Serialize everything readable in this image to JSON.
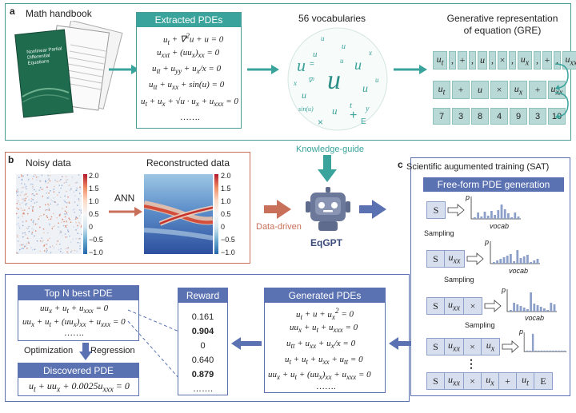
{
  "panel_a": {
    "letter": "a",
    "math_handbook_label": "Math handbook",
    "book_title": [
      "Nonlinear Partial",
      "Differential",
      "Equations"
    ],
    "extracted_header": "Extracted PDEs",
    "extracted_eqs": [
      "u_t + ∇²u + u = 0",
      "u_xxt + (uu_x)_xx = 0",
      "u_tt + u_yy + u_x / x = 0",
      "u_tt + u_xx + sin(u) = 0",
      "u_t + u_x + √u · u_x + u_xxx = 0",
      "……."
    ],
    "vocab_label": "56 vocabularies",
    "gre_label_line1": "Generative representation",
    "gre_label_line2": "of equation (GRE)",
    "gre_row1": [
      "u_t",
      ",",
      "+",
      ",",
      "u",
      ",",
      "×",
      ",",
      "u_x",
      ",",
      "+",
      ",",
      "u_xx"
    ],
    "gre_row2": [
      "u_t",
      "+",
      "u",
      "×",
      "u_x",
      "+",
      "u_xx"
    ],
    "gre_row3": [
      "7",
      "3",
      "8",
      "4",
      "9",
      "3",
      "10"
    ]
  },
  "panel_b": {
    "letter": "b",
    "noisy_label": "Noisy data",
    "reconstructed_label": "Reconstructed data",
    "ann_label": "ANN",
    "colorbar_ticks": [
      "2.0",
      "1.5",
      "1.0",
      "0.5",
      "0",
      "−0.5",
      "−1.0"
    ]
  },
  "center": {
    "knowledge_guide": "Knowledge-guide",
    "data_driven": "Data-driven",
    "eqgpt": "EqGPT"
  },
  "panel_c": {
    "letter": "c",
    "title": "Scientific augumented training  (SAT)",
    "header": "Free-form PDE generation",
    "p_label": "p",
    "vocab_label": "vocab",
    "sampling": "Sampling",
    "ellipsis": "⋮",
    "seq1": [
      "S"
    ],
    "seq2": [
      "S",
      "u_xx"
    ],
    "seq3": [
      "S",
      "u_xx",
      "×"
    ],
    "seq4": [
      "S",
      "u_xx",
      "×",
      "u_x"
    ],
    "seq5": [
      "S",
      "u_xx",
      "×",
      "u_x",
      "+",
      "u_t",
      "E"
    ]
  },
  "bottom": {
    "top_n_header": "Top N best PDE",
    "top_n_eqs": [
      "uu_x + u_t + u_xxx = 0",
      "uu_x + u_t + (uu_x)_xx + u_xxx = 0",
      "……."
    ],
    "optimization": "Optimization",
    "regression": "Regression",
    "discovered_header": "Discovered PDE",
    "discovered_eq": "u_t + uu_x + 0.0025u_xxx = 0",
    "reward_header": "Reward",
    "rewards": [
      "0.161",
      "0.904",
      "0",
      "0.640",
      "0.879",
      "……."
    ],
    "generated_header": "Generated PDEs",
    "generated_eqs": [
      "u_t + u + u_x² = 0",
      "uu_x + u_t + u_xxx = 0",
      "u_tt + u_xx + u_x / x = 0",
      "u_t + u_t + u_xx + u_tt = 0",
      "uu_x + u_t + (uu_x)_xx + u_xxx = 0",
      "……."
    ]
  },
  "colors": {
    "teal": "#3aa39b",
    "blue": "#5b72b2",
    "orange": "#c9705a",
    "gre_cell": "#b9d9d6",
    "seq_cell": "#d7deee"
  }
}
